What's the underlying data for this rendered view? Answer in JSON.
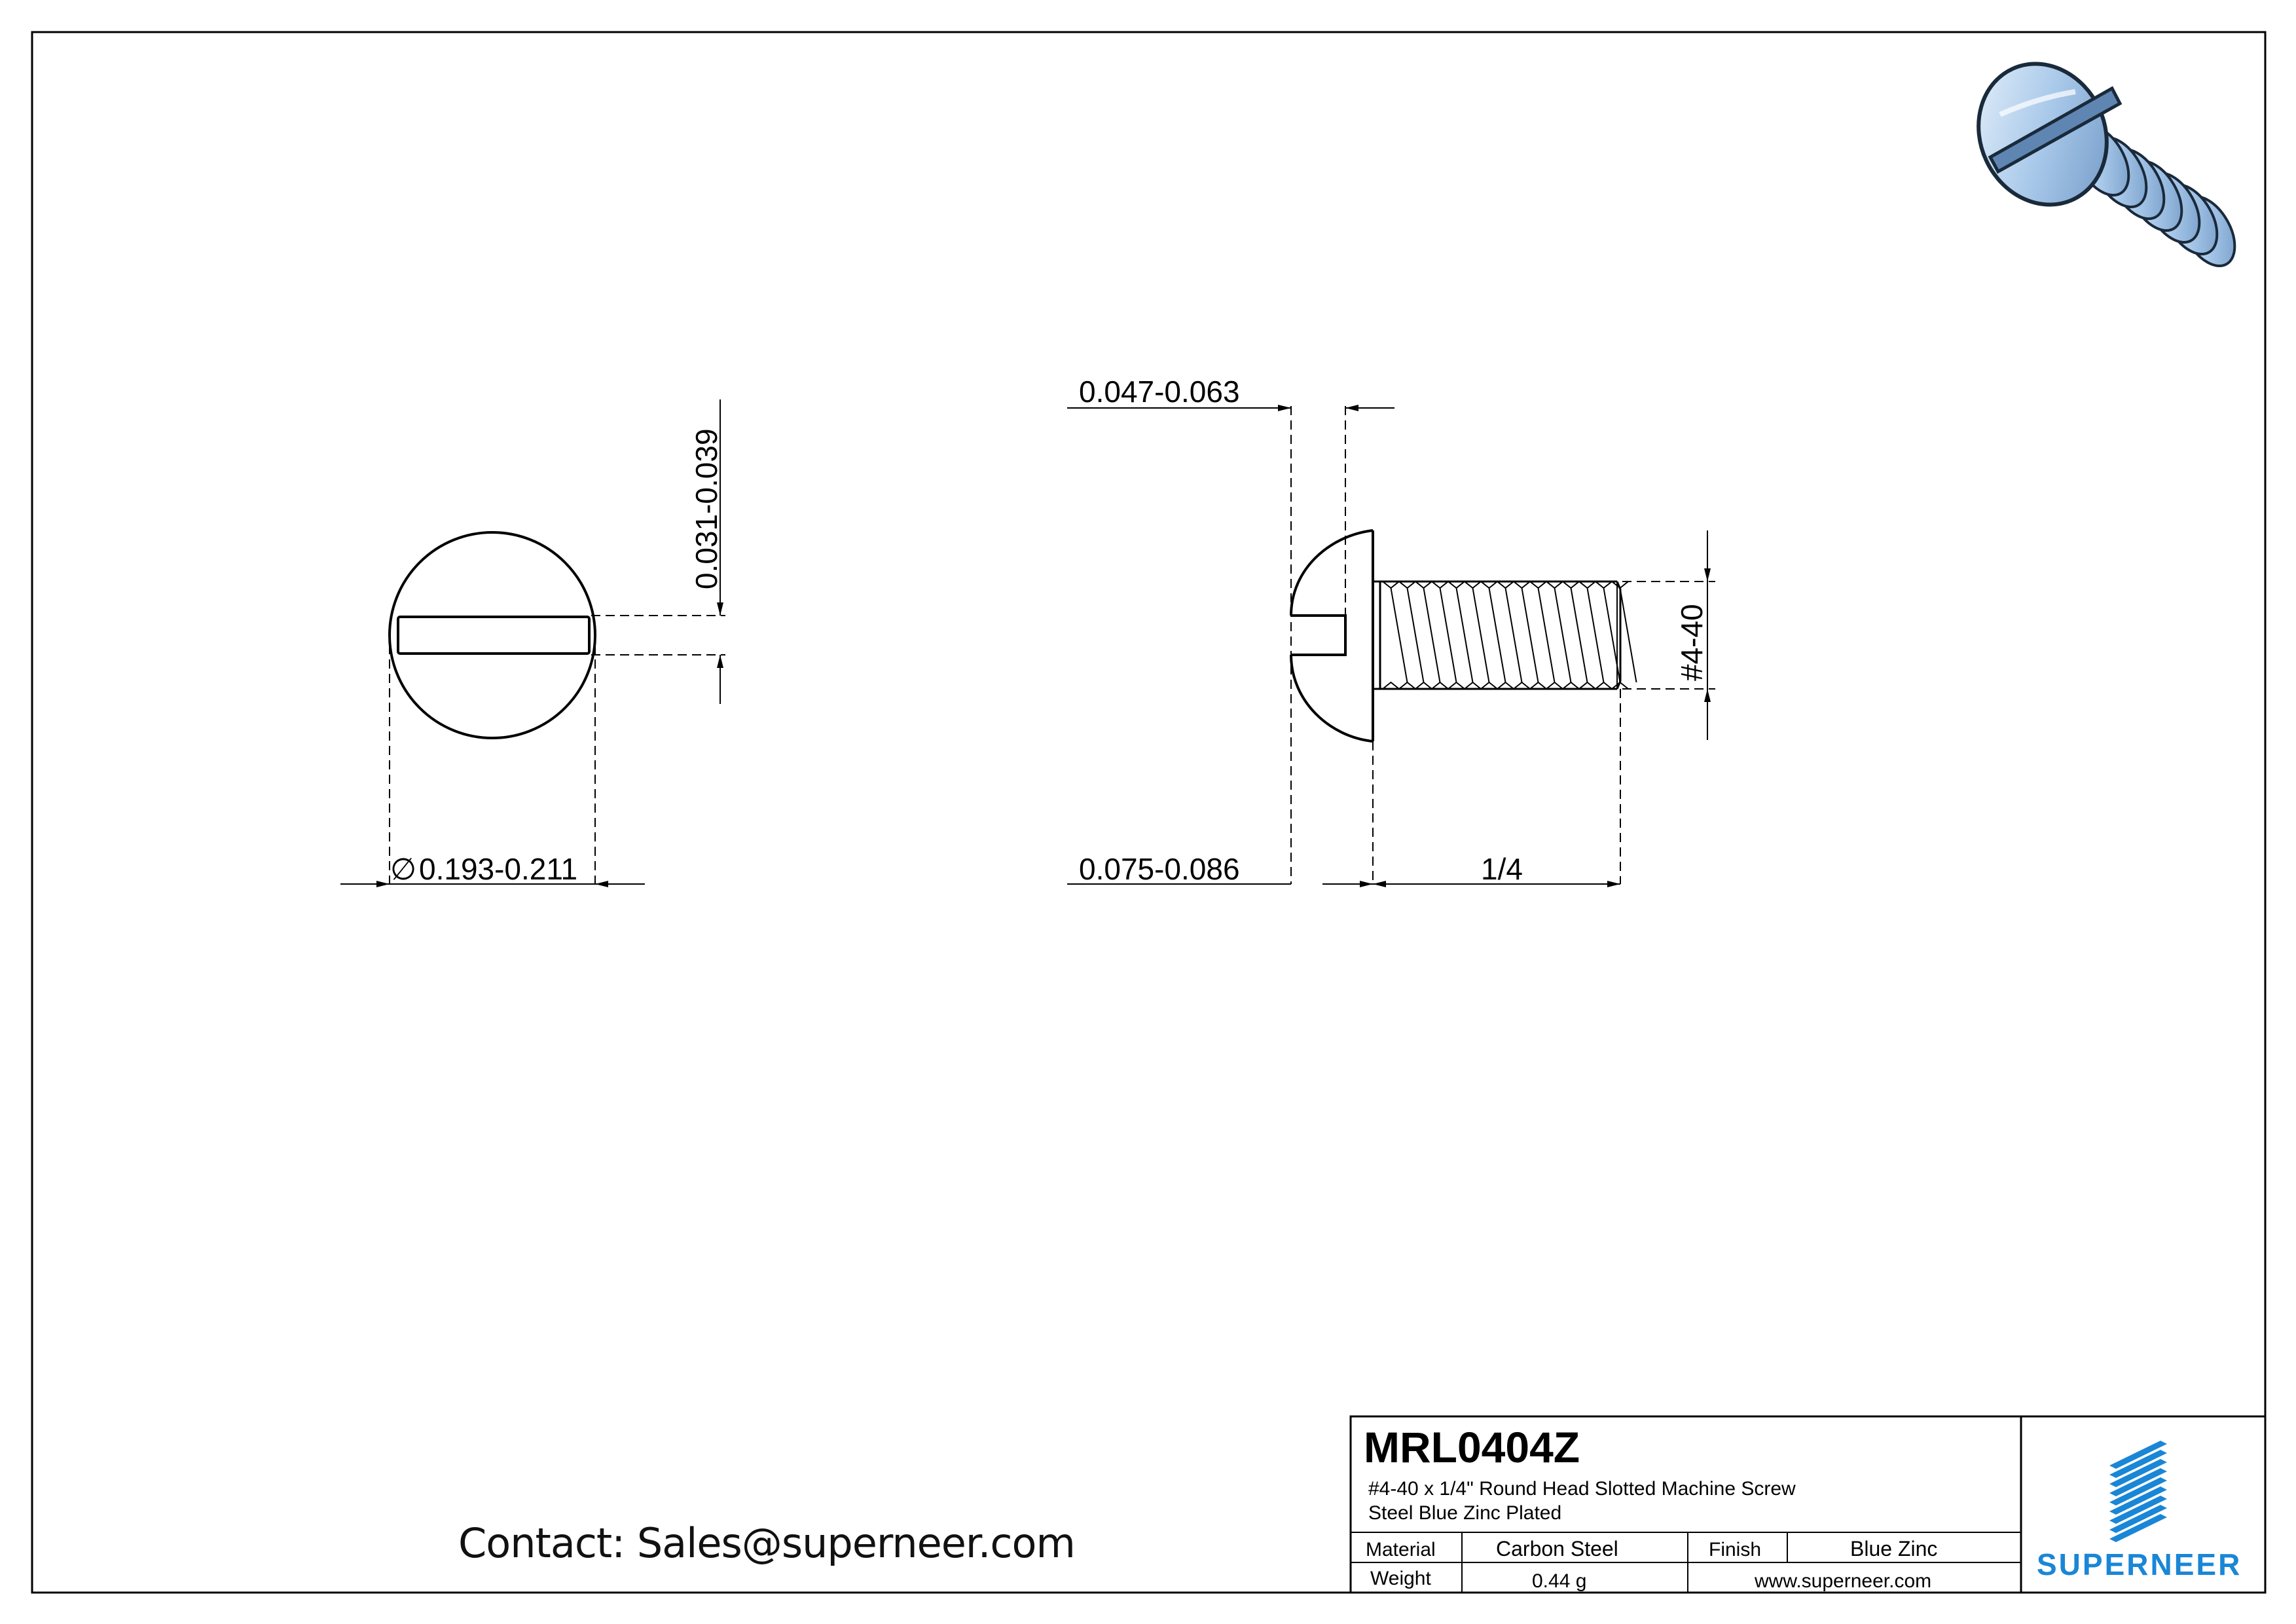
{
  "drawing": {
    "dimensions": {
      "slot_width": "0.031-0.039",
      "head_diameter_symbol": "∅",
      "head_diameter": "0.193-0.211",
      "slot_depth": "0.047-0.063",
      "head_height": "0.075-0.086",
      "length": "1/4",
      "thread": "#4-40"
    }
  },
  "contact": "Contact: Sales@superneer.com",
  "title_block": {
    "part_number": "MRL0404Z",
    "description_line1": "#4-40 x 1/4\" Round Head Slotted  Machine Screw",
    "description_line2": "Steel Blue Zinc Plated",
    "material_label": "Material",
    "material_value": "Carbon Steel",
    "finish_label": "Finish",
    "finish_value": "Blue Zinc",
    "weight_label": "Weight",
    "weight_value": "0.44 g",
    "website": "www.superneer.com",
    "website_color": "#2a56c6",
    "brand": "SUPERNEER",
    "brand_color": "#1a86d6"
  }
}
